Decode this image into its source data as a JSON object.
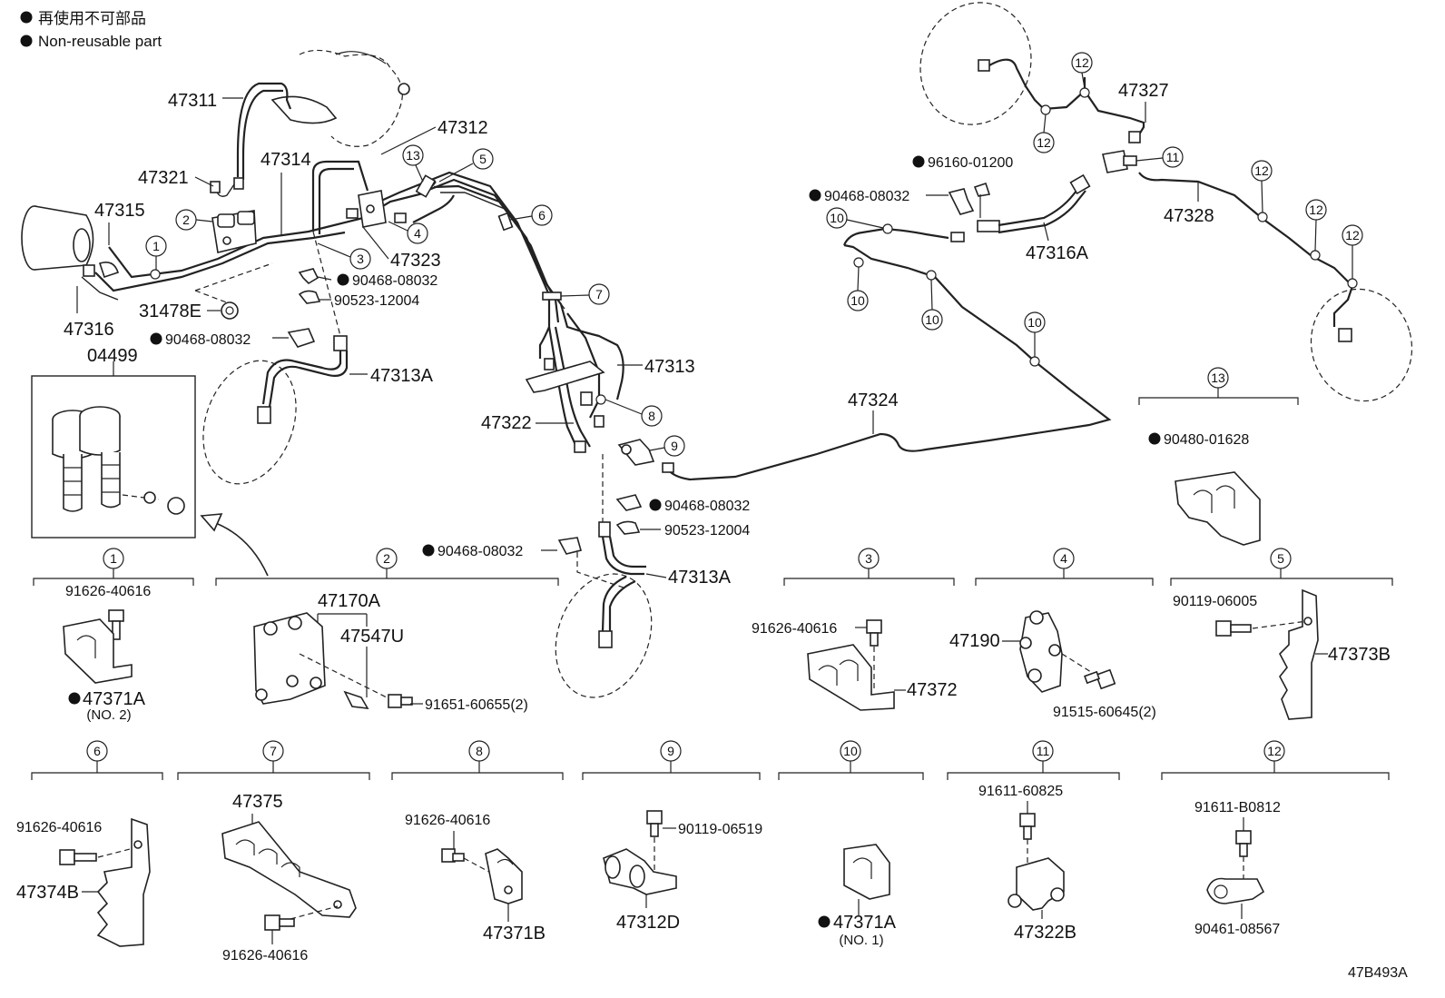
{
  "legend": {
    "jp": "再使用不可部品",
    "en": "Non-reusable part"
  },
  "drawing_code": "47B493A",
  "callouts": {
    "c47311": "47311",
    "c47312": "47312",
    "c47321": "47321",
    "c47314": "47314",
    "c47315": "47315",
    "c47323": "47323",
    "c47316": "47316",
    "c31478E": "31478E",
    "c90468_a": "90468-08032",
    "c90523_a": "90523-12004",
    "c90468_b": "90468-08032",
    "c47313A_top": "47313A",
    "c04499": "04499",
    "c47313": "47313",
    "c47322": "47322",
    "c90468_c": "90468-08032",
    "c90523_b": "90523-12004",
    "c90468_d": "90468-08032",
    "c47313A_bot": "47313A",
    "c47324": "47324",
    "c96160": "96160-01200",
    "c90468_e": "90468-08032",
    "c47316A": "47316A",
    "c47327": "47327",
    "c47328": "47328",
    "c90480": "90480-01628"
  },
  "markers": {
    "m1": "1",
    "m2": "2",
    "m3": "3",
    "m4": "4",
    "m5": "5",
    "m6": "6",
    "m7": "7",
    "m8": "8",
    "m9": "9",
    "m10": "10",
    "m11": "11",
    "m12": "12",
    "m13": "13"
  },
  "detail_groups": {
    "g1": {
      "num": "1",
      "bolt": "91626-40616",
      "part": "47371A",
      "note": "(NO. 2)"
    },
    "g2": {
      "num": "2",
      "top": "47170A",
      "sub": "47547U",
      "bolt": "91651-60655(2)"
    },
    "g3": {
      "num": "3",
      "bolt": "91626-40616",
      "part": "47372"
    },
    "g4": {
      "num": "4",
      "part": "47190",
      "bolt": "91515-60645(2)"
    },
    "g5": {
      "num": "5",
      "bolt": "90119-06005",
      "part": "47373B"
    },
    "g6": {
      "num": "6",
      "bolt": "91626-40616",
      "part": "47374B"
    },
    "g7": {
      "num": "7",
      "part": "47375",
      "bolt": "91626-40616"
    },
    "g8": {
      "num": "8",
      "bolt": "91626-40616",
      "part": "47371B"
    },
    "g9": {
      "num": "9",
      "bolt": "90119-06519",
      "part": "47312D"
    },
    "g10": {
      "num": "10",
      "part": "47371A",
      "note": "(NO. 1)"
    },
    "g11": {
      "num": "11",
      "bolt": "91611-60825",
      "part": "47322B"
    },
    "g12": {
      "num": "12",
      "bolt": "91611-B0812",
      "part": "90461-08567"
    },
    "g13": {
      "num": "13"
    }
  }
}
